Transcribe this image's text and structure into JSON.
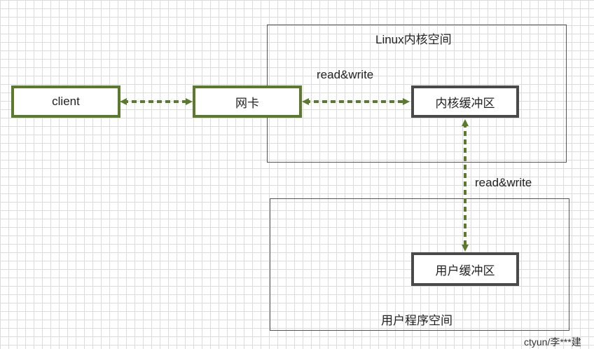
{
  "regions": {
    "kernel_space": "Linux内核空间",
    "user_space": "用户程序空间"
  },
  "nodes": {
    "client": "client",
    "nic": "网卡",
    "kernel_buffer": "内核缓冲区",
    "user_buffer": "用户缓冲区"
  },
  "edges": {
    "kernel_read_write": "read&write",
    "user_read_write": "read&write"
  },
  "watermark": "ctyun/李***建",
  "colors": {
    "arrow": "#5b7a2e",
    "node_green_border": "#5b7a2e",
    "node_dark_border": "#4a4a4a"
  }
}
